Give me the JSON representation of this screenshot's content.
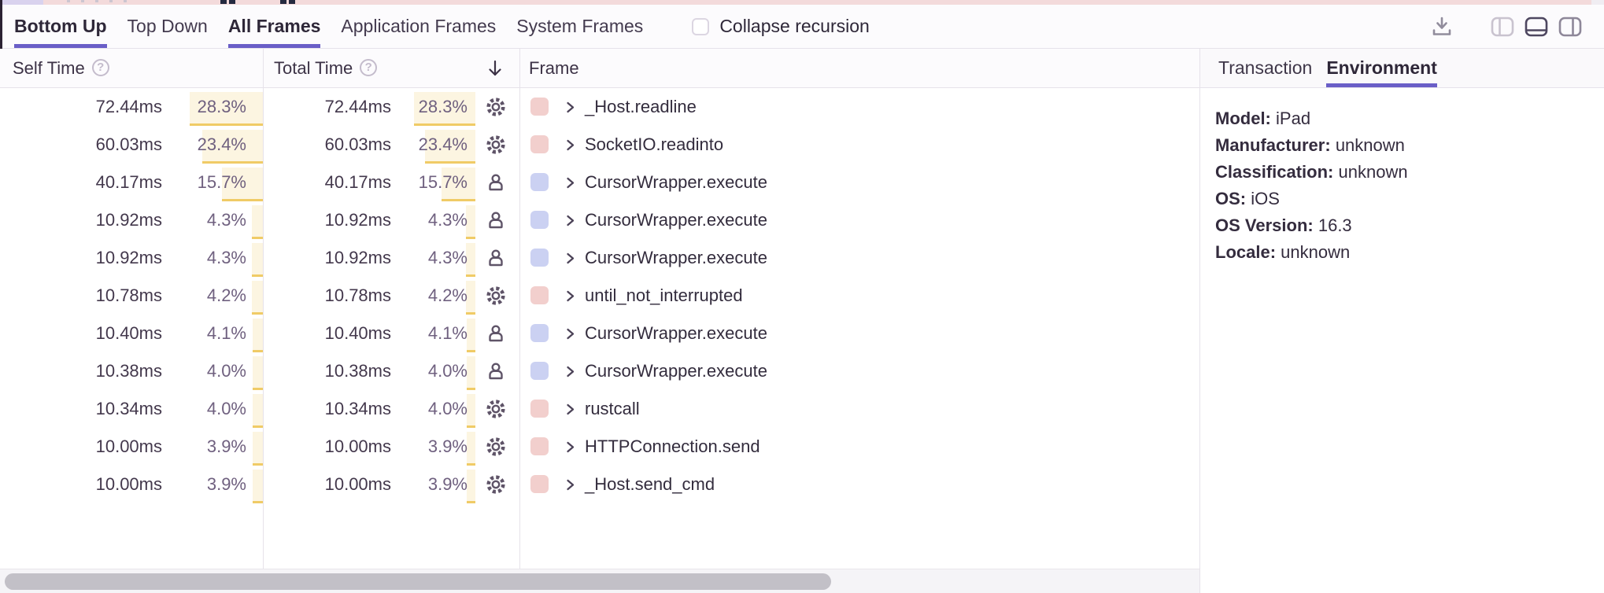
{
  "tabbar": {
    "view_tabs": [
      {
        "label": "Bottom Up",
        "active": true
      },
      {
        "label": "Top Down",
        "active": false
      }
    ],
    "frame_filter_tabs": [
      {
        "label": "All Frames",
        "active": true
      },
      {
        "label": "Application Frames",
        "active": false
      },
      {
        "label": "System Frames",
        "active": false
      }
    ],
    "collapse_recursion": {
      "label": "Collapse recursion",
      "checked": false
    },
    "toolbar_icons": [
      {
        "name": "download-icon"
      },
      {
        "name": "panel-left-layout-icon",
        "active": false
      },
      {
        "name": "panel-bottom-layout-icon",
        "active": true
      },
      {
        "name": "panel-right-layout-icon",
        "active": false
      }
    ]
  },
  "table": {
    "headers": {
      "self_time": "Self Time",
      "total_time": "Total Time",
      "frame": "Frame"
    },
    "sort": {
      "column": "Total Time",
      "direction": "desc"
    },
    "rows": [
      {
        "self_time": "72.44ms",
        "self_pct": "28.3%",
        "total_time": "72.44ms",
        "total_pct": "28.3%",
        "icon": "gear-icon",
        "frame_type": "system",
        "name": "_Host.readline"
      },
      {
        "self_time": "60.03ms",
        "self_pct": "23.4%",
        "total_time": "60.03ms",
        "total_pct": "23.4%",
        "icon": "gear-icon",
        "frame_type": "system",
        "name": "SocketIO.readinto"
      },
      {
        "self_time": "40.17ms",
        "self_pct": "15.7%",
        "total_time": "40.17ms",
        "total_pct": "15.7%",
        "icon": "user-icon",
        "frame_type": "application",
        "name": "CursorWrapper.execute"
      },
      {
        "self_time": "10.92ms",
        "self_pct": "4.3%",
        "total_time": "10.92ms",
        "total_pct": "4.3%",
        "icon": "user-icon",
        "frame_type": "application",
        "name": "CursorWrapper.execute"
      },
      {
        "self_time": "10.92ms",
        "self_pct": "4.3%",
        "total_time": "10.92ms",
        "total_pct": "4.3%",
        "icon": "user-icon",
        "frame_type": "application",
        "name": "CursorWrapper.execute"
      },
      {
        "self_time": "10.78ms",
        "self_pct": "4.2%",
        "total_time": "10.78ms",
        "total_pct": "4.2%",
        "icon": "gear-icon",
        "frame_type": "system",
        "name": "until_not_interrupted"
      },
      {
        "self_time": "10.40ms",
        "self_pct": "4.1%",
        "total_time": "10.40ms",
        "total_pct": "4.1%",
        "icon": "user-icon",
        "frame_type": "application",
        "name": "CursorWrapper.execute"
      },
      {
        "self_time": "10.38ms",
        "self_pct": "4.0%",
        "total_time": "10.38ms",
        "total_pct": "4.0%",
        "icon": "user-icon",
        "frame_type": "application",
        "name": "CursorWrapper.execute"
      },
      {
        "self_time": "10.34ms",
        "self_pct": "4.0%",
        "total_time": "10.34ms",
        "total_pct": "4.0%",
        "icon": "gear-icon",
        "frame_type": "system",
        "name": "rustcall"
      },
      {
        "self_time": "10.00ms",
        "self_pct": "3.9%",
        "total_time": "10.00ms",
        "total_pct": "3.9%",
        "icon": "gear-icon",
        "frame_type": "system",
        "name": "HTTPConnection.send"
      },
      {
        "self_time": "10.00ms",
        "self_pct": "3.9%",
        "total_time": "10.00ms",
        "total_pct": "3.9%",
        "icon": "gear-icon",
        "frame_type": "system",
        "name": "_Host.send_cmd"
      }
    ]
  },
  "detail_panel": {
    "tabs": [
      {
        "label": "Transaction",
        "active": false
      },
      {
        "label": "Environment",
        "active": true
      }
    ],
    "environment": [
      {
        "label": "Model:",
        "value": "iPad"
      },
      {
        "label": "Manufacturer:",
        "value": "unknown"
      },
      {
        "label": "Classification:",
        "value": "unknown"
      },
      {
        "label": "OS:",
        "value": "iOS"
      },
      {
        "label": "OS Version:",
        "value": "16.3"
      },
      {
        "label": "Locale:",
        "value": "unknown"
      }
    ]
  },
  "colors": {
    "accent_purple": "#6A5EC7",
    "percent_bar_bg": "#FCF5E1",
    "percent_bar_underline": "#F0CB66",
    "frame_colors": {
      "system": "#F2CFCD",
      "application": "#CBD1F2"
    }
  }
}
